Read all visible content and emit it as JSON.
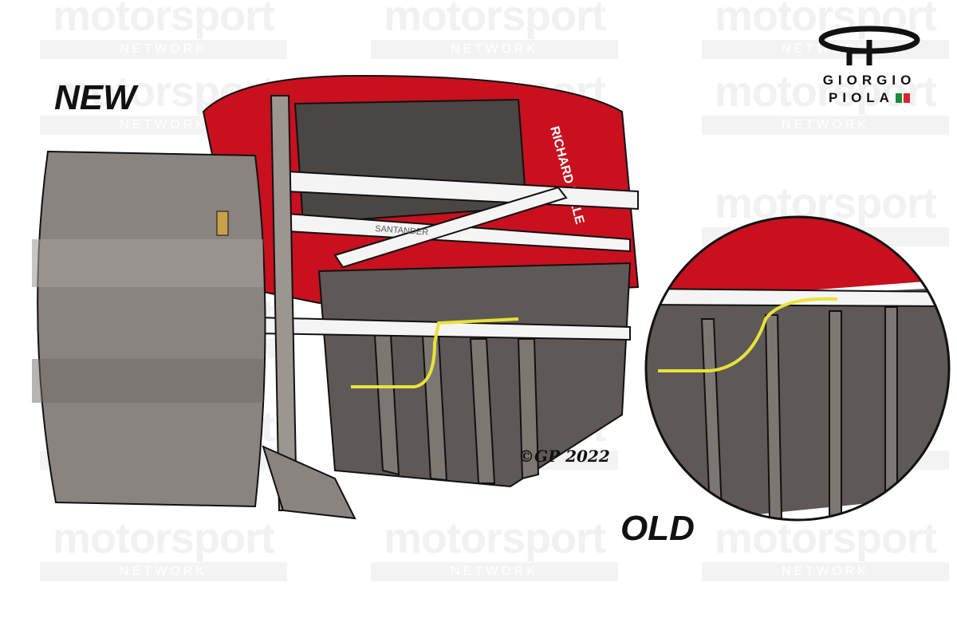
{
  "labels": {
    "new": "NEW",
    "old": "OLD"
  },
  "logo": {
    "line1": "GIORGIO",
    "line2": "PIOLA",
    "flag_colors": [
      "#1f8a3a",
      "#ffffff",
      "#d8232a"
    ]
  },
  "watermark": {
    "word": "motorsport",
    "bar": "NETWORK"
  },
  "car_text": {
    "sponsor_top": "RICHARD MILLE",
    "sponsor_wishbone": "SANTANDER"
  },
  "signature": "©GP 2022",
  "colors": {
    "body_red": "#c8101e",
    "drum_gray": "#8a8480",
    "floor_dark": "#5e5956",
    "pipe_yellow": "#e8e23a"
  }
}
